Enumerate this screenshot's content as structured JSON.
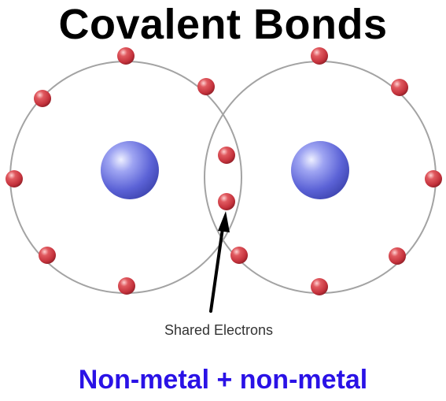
{
  "title": "Covalent Bonds",
  "annotation": "Shared Electrons",
  "subtitle": "Non-metal + non-metal",
  "colors": {
    "title": "#000000",
    "subtitle": "#2a12e6",
    "shell": "#a3a3a3",
    "nucleus": "#5b62d6",
    "electron": "#c8363f"
  },
  "atoms": [
    {
      "name": "left-atom",
      "shell_electrons": 8
    },
    {
      "name": "right-atom",
      "shell_electrons": 8
    }
  ],
  "shared_electrons": 2
}
